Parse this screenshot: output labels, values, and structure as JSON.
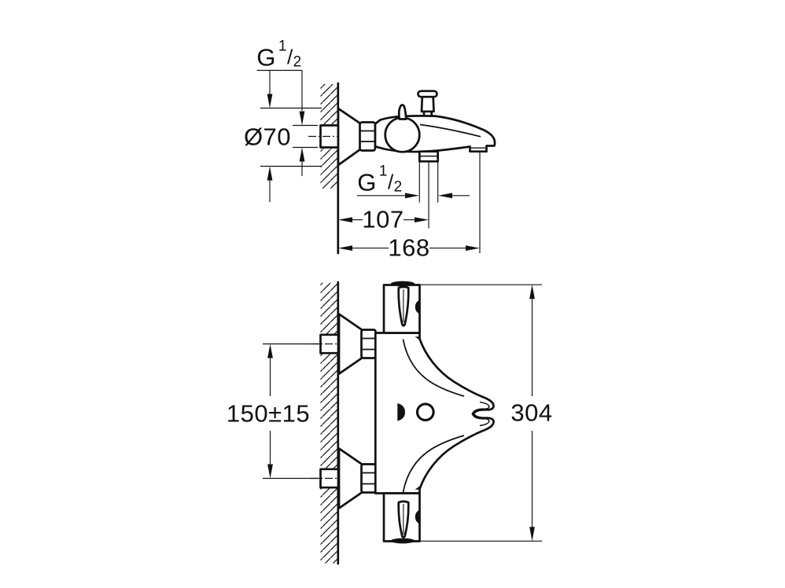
{
  "side_view": {
    "wall_thread_label": {
      "letter": "G",
      "numerator": "1",
      "slash": "/",
      "denominator": "2"
    },
    "escutcheon_diameter_label": "Ø70",
    "shower_outlet_thread_label": {
      "letter": "G",
      "numerator": "1",
      "slash": "/",
      "denominator": "2"
    },
    "wall_to_shower_outlet_mm": "107",
    "wall_to_spout_outlet_mm": "168"
  },
  "front_view": {
    "supply_centres_mm": "150±15",
    "overall_height_mm": "304"
  }
}
